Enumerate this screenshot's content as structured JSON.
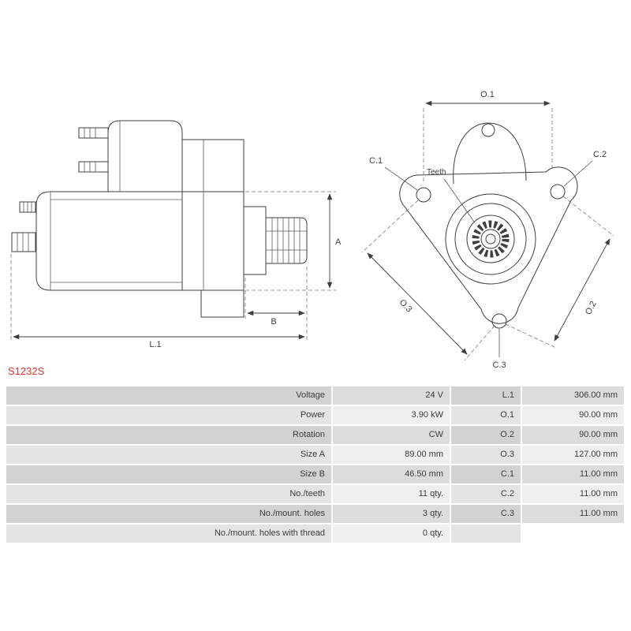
{
  "page": {
    "part_number": "S1232S",
    "part_number_color": "#e0342f",
    "background_color": "#ffffff",
    "table_row_colors": [
      "#d2d2d2",
      "#e4e4e4"
    ]
  },
  "diagram": {
    "line_color": "#3f3f3f",
    "side_view": {
      "dim_a": "A",
      "dim_b": "B",
      "dim_l1": "L.1"
    },
    "front_view": {
      "dim_o1": "O.1",
      "dim_o2": "O.2",
      "dim_o3": "O.3",
      "hole_c1": "C.1",
      "hole_c2": "C.2",
      "hole_c3": "C.3",
      "teeth_label": "Teeth"
    }
  },
  "spec_table": {
    "rows": [
      {
        "label": "Voltage",
        "value": "24 V",
        "dim": "L.1",
        "dim_value": "306.00 mm"
      },
      {
        "label": "Power",
        "value": "3.90 kW",
        "dim": "O.1",
        "dim_value": "90.00 mm"
      },
      {
        "label": "Rotation",
        "value": "CW",
        "dim": "O.2",
        "dim_value": "90.00 mm"
      },
      {
        "label": "Size A",
        "value": "89.00 mm",
        "dim": "O.3",
        "dim_value": "127.00 mm"
      },
      {
        "label": "Size B",
        "value": "46.50 mm",
        "dim": "C.1",
        "dim_value": "11.00 mm"
      },
      {
        "label": "No./teeth",
        "value": "11 qty.",
        "dim": "C.2",
        "dim_value": "11.00 mm"
      },
      {
        "label": "No./mount. holes",
        "value": "3 qty.",
        "dim": "C.3",
        "dim_value": "11.00 mm"
      },
      {
        "label": "No./mount. holes with thread",
        "value": "0 qty.",
        "dim": "",
        "dim_value": ""
      }
    ]
  }
}
